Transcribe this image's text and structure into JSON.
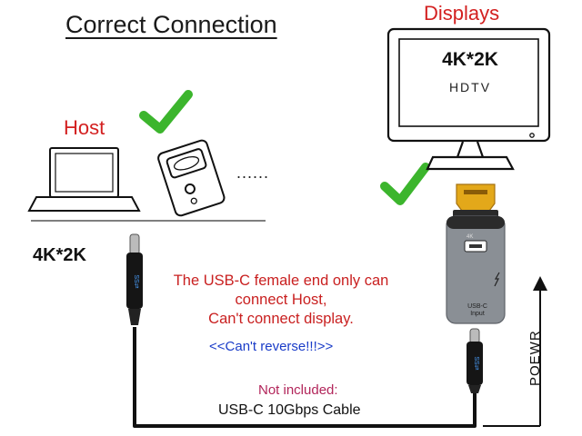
{
  "diagram": {
    "title": "Correct Connection",
    "displays_label": "Displays",
    "host_label": "Host",
    "left_resolution": "4K*2K",
    "tv_resolution": "4K*2K",
    "tv_name": "HDTV",
    "ellipsis": "......",
    "note_line1": "The USB-C female end only can",
    "note_line2": "connect Host,",
    "note_line3": "Can't connect display.",
    "note_blue": "<<Can't reverse!!!>>",
    "not_included": "Not included:",
    "cable_label": "USB-C 10Gbps Cable",
    "power_label": "POEWR",
    "adapter_hdmi_tag": "4K",
    "adapter_input_line1": "USB-C",
    "adapter_input_line2": "Input"
  },
  "colors": {
    "accent_red": "#d32020",
    "check_green": "#3cb52d",
    "note_blue": "#1a3cc8",
    "note_pink": "#b2255a",
    "cable": "#111111"
  },
  "icons": [
    "laptop-icon",
    "pc-tower-icon",
    "monitor-icon",
    "check-icon",
    "usb-c-plug-icon",
    "hdmi-plug-icon",
    "arrow-up-icon"
  ]
}
